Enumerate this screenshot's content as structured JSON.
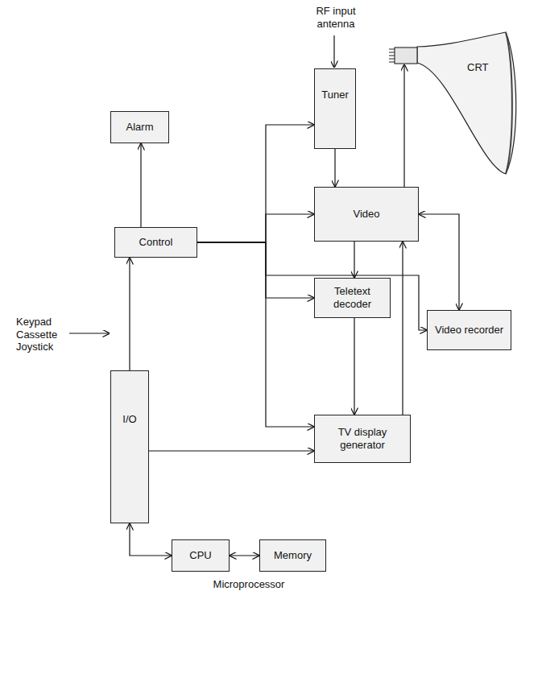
{
  "diagram": {
    "nodes": [
      {
        "text": [
          "Tuner"
        ]
      },
      {
        "text": [
          "CRT"
        ]
      },
      {
        "text": [
          "Alarm"
        ]
      },
      {
        "text": [
          "Control"
        ]
      },
      {
        "text": [
          "Video"
        ]
      },
      {
        "text": [
          "Teletext decoder"
        ]
      },
      {
        "text": [
          "Video recorder"
        ]
      },
      {
        "text": [
          "I/O"
        ]
      },
      {
        "text": [
          "TV display generator"
        ]
      },
      {
        "text": [
          "CPU"
        ]
      },
      {
        "text": [
          "Memory"
        ]
      }
    ],
    "edges": [
      {
        "from": 0,
        "to": 4,
        "arrow": "to"
      },
      {
        "from": 4,
        "to": 1,
        "arrow": "to"
      },
      {
        "from": 4,
        "to": 6,
        "arrow": "both"
      },
      {
        "from": 4,
        "to": 5,
        "arrow": "to"
      },
      {
        "from": 5,
        "to": 8,
        "arrow": "to"
      },
      {
        "from": 8,
        "to": 4,
        "arrow": "to"
      },
      {
        "from": 3,
        "to": 2,
        "arrow": "to"
      },
      {
        "from": 7,
        "to": 3,
        "arrow": "to"
      },
      {
        "from": 3,
        "to": 0,
        "arrow": "to"
      },
      {
        "from": 3,
        "to": 4,
        "arrow": "to"
      },
      {
        "from": 3,
        "to": 5,
        "arrow": "to"
      },
      {
        "from": 3,
        "to": 6,
        "arrow": "to"
      },
      {
        "from": 3,
        "to": 8,
        "arrow": "to"
      },
      {
        "from": 7,
        "to": 8,
        "arrow": "to"
      },
      {
        "from": 7,
        "to": 9,
        "arrow": "both"
      },
      {
        "from": 9,
        "to": 10,
        "arrow": "both"
      }
    ],
    "labels": [
      "RF input antenna",
      "Keypad Cassette Joystick",
      "Microprocessor"
    ]
  }
}
